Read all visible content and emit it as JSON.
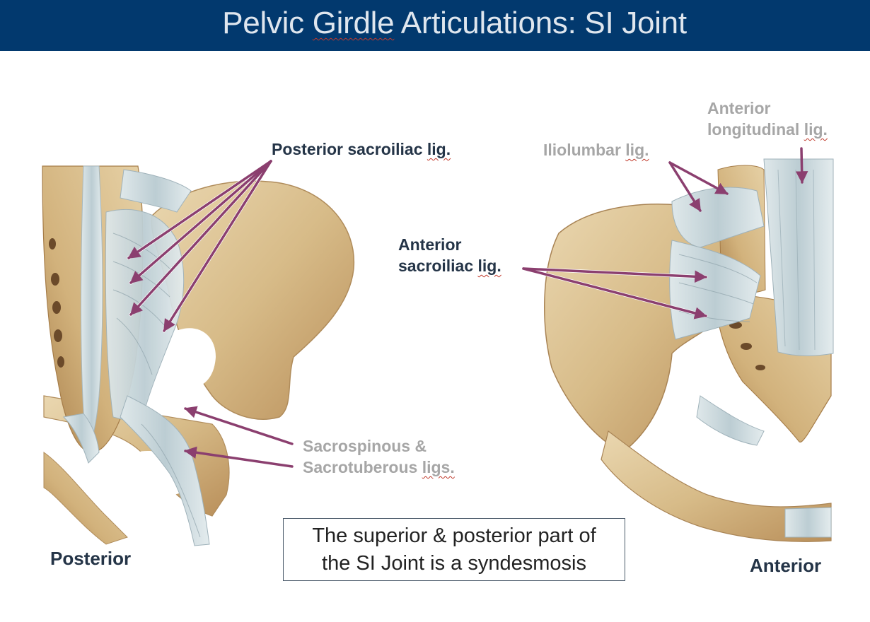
{
  "slide": {
    "title_pre": "Pelvic ",
    "title_girdle": "Girdle",
    "title_post": " Articulations: SI Joint"
  },
  "labels": {
    "posterior_sacroiliac_main": "Posterior sacroiliac ",
    "posterior_sacroiliac_lig": "lig.",
    "iliolumbar_main": "Iliolumbar ",
    "iliolumbar_lig": "lig.",
    "anterior_longitudinal_line1": "Anterior",
    "anterior_longitudinal_main": "longitudinal ",
    "anterior_longitudinal_lig": "lig.",
    "anterior_sacroiliac_line1": "Anterior",
    "anterior_sacroiliac_main": "sacroiliac ",
    "anterior_sacroiliac_lig": "lig.",
    "sacrospinous_line1": "Sacrospinous &",
    "sacrotuberous_main": "Sacrotuberous ",
    "sacrotuberous_ligs": "ligs."
  },
  "views": {
    "posterior": "Posterior",
    "anterior": "Anterior"
  },
  "note": {
    "line1": "The superior & posterior part of",
    "line2": "the SI Joint is a syndesmosis"
  },
  "colors": {
    "header_bg": "#02396e",
    "arrow": "#8b3f6f",
    "bone": "#d8bf8f",
    "ligament": "#c9d7dc"
  }
}
